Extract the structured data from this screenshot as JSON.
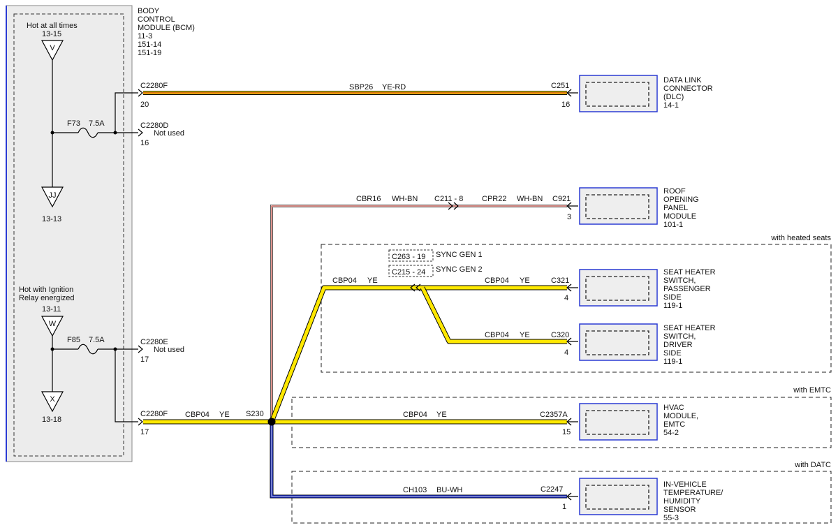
{
  "bcm": {
    "name_lines": [
      "BODY",
      "CONTROL",
      "MODULE (BCM)"
    ],
    "ref_lines": [
      "11-3",
      "151-14",
      "151-19"
    ]
  },
  "power": {
    "hot_at_all_times": "Hot at all times",
    "hot_ignition_lines": [
      "Hot with Ignition",
      "Relay energized"
    ],
    "sources": [
      {
        "letter": "V",
        "ref": "13-15"
      },
      {
        "letter": "JJ",
        "ref": "13-13"
      },
      {
        "letter": "W",
        "ref": "13-11"
      },
      {
        "letter": "X",
        "ref": "13-18"
      }
    ],
    "fuses": [
      {
        "id": "F73",
        "rating": "7.5A"
      },
      {
        "id": "F85",
        "rating": "7.5A"
      }
    ]
  },
  "pins": [
    {
      "connector": "C2280F",
      "pin": "20",
      "note": ""
    },
    {
      "connector": "C2280D",
      "pin": "16",
      "note": "Not used"
    },
    {
      "connector": "C2280E",
      "pin": "17",
      "note": "Not used"
    },
    {
      "connector": "C2280F",
      "pin": "17",
      "note": ""
    }
  ],
  "splice": "S230",
  "wires": [
    {
      "circuit": "SBP26",
      "color_code": "YE-RD"
    },
    {
      "circuit": "CBR16",
      "color_code": "WH-BN"
    },
    {
      "circuit": "CPR22",
      "color_code": "WH-BN"
    },
    {
      "circuit": "CBP04",
      "color_code": "YE"
    },
    {
      "circuit": "CH103",
      "color_code": "BU-WH"
    }
  ],
  "inline_connectors": {
    "c211": "C211 - 8",
    "sync": [
      {
        "id": "C263 - 19",
        "label": "SYNC GEN 1"
      },
      {
        "id": "C215 - 24",
        "label": "SYNC GEN 2"
      }
    ]
  },
  "options": {
    "heated_seats": "with heated seats",
    "emtc": "with EMTC",
    "datc": "with DATC"
  },
  "modules": [
    {
      "connector": "C251",
      "pin": "16",
      "name_lines": [
        "DATA LINK",
        "CONNECTOR",
        "(DLC)"
      ],
      "ref": "14-1"
    },
    {
      "connector": "C921",
      "pin": "3",
      "name_lines": [
        "ROOF",
        "OPENING",
        "PANEL",
        "MODULE"
      ],
      "ref": "101-1"
    },
    {
      "connector": "C321",
      "pin": "4",
      "name_lines": [
        "SEAT HEATER",
        "SWITCH,",
        "PASSENGER",
        "SIDE"
      ],
      "ref": "119-1"
    },
    {
      "connector": "C320",
      "pin": "4",
      "name_lines": [
        "SEAT HEATER",
        "SWITCH,",
        "DRIVER",
        "SIDE"
      ],
      "ref": "119-1"
    },
    {
      "connector": "C2357A",
      "pin": "15",
      "name_lines": [
        "HVAC",
        "MODULE,",
        "EMTC"
      ],
      "ref": "54-2"
    },
    {
      "connector": "C2247",
      "pin": "1",
      "name_lines": [
        "IN-VEHICLE",
        "TEMPERATURE/",
        "HUMIDITY",
        "SENSOR"
      ],
      "ref": "55-3"
    }
  ],
  "colors": {
    "yellow": "#ffe800",
    "blue": "#1a2bb8",
    "red": "#c0281e",
    "module_border": "#2b3bd4",
    "module_fill": "#eeeeee",
    "bcm_fill": "#ececec"
  }
}
